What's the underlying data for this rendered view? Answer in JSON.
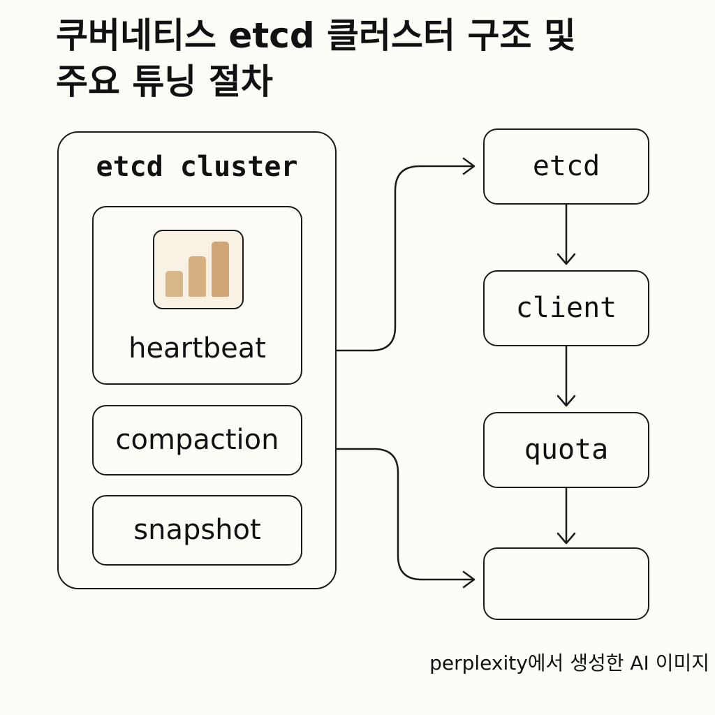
{
  "title": {
    "line1": "쿠버네티스 etcd 클러스터 구조 및",
    "line2": "주요 튜닝 절차"
  },
  "cluster": {
    "label": "etcd cluster",
    "items": [
      {
        "label": "heartbeat",
        "icon": "bar-chart-icon"
      },
      {
        "label": "compaction"
      },
      {
        "label": "snapshot"
      }
    ]
  },
  "flow": {
    "steps": [
      "etcd",
      "client",
      "quota",
      ""
    ]
  },
  "footer": {
    "text": "perplexity에서 생성한 AI 이미지"
  },
  "colors": {
    "background": "#fdfcf7",
    "stroke": "#1a1a1a",
    "bar_light": "#d9b688",
    "bar_dark": "#d1a676"
  }
}
